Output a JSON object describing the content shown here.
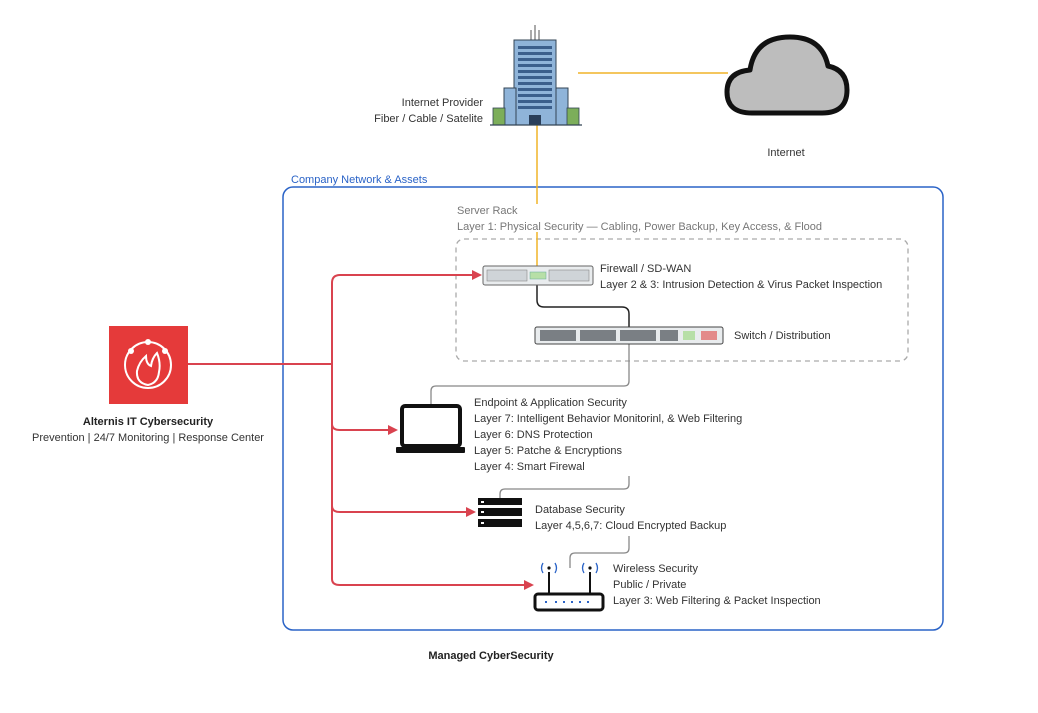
{
  "isp": {
    "line1": "Internet Provider",
    "line2": "Fiber / Cable / Satelite"
  },
  "internet": {
    "label": "Internet"
  },
  "network": {
    "label": "Company Network & Assets"
  },
  "server_rack": {
    "title": "Server Rack",
    "layer": "Layer 1:  Physical Security — Cabling, Power Backup, Key Access, & Flood"
  },
  "firewall": {
    "title": "Firewall / SD-WAN",
    "layer": "Layer 2 & 3:  Intrusion Detection & Virus Packet Inspection"
  },
  "switch": {
    "label": "Switch / Distribution"
  },
  "endpoint": {
    "title": "Endpoint & Application Security",
    "layers": [
      "Layer 7:  Intelligent Behavior Monitorinl, & Web Filtering",
      "Layer 6:  DNS Protection",
      "Layer 5:  Patche & Encryptions",
      "Layer 4:  Smart Firewal"
    ]
  },
  "database": {
    "title": "Database Security",
    "layer": "Layer 4,5,6,7:  Cloud Encrypted Backup"
  },
  "wireless": {
    "title": "Wireless Security",
    "line2": "Public / Private",
    "layer": "Layer 3:  Web Filtering  & Packet Inspection"
  },
  "provider": {
    "name": "Alternis   IT  Cybersecurity",
    "tagline": "Prevention  |  24/7 Monitoring  |  Response Center"
  },
  "footer": {
    "label": "Managed   CyberSecurity"
  },
  "colors": {
    "uplink": "#f0b429",
    "managed": "#d9434f",
    "network_border": "#2a63c7",
    "rack_border": "#aaaaaa",
    "gray_link": "#888888",
    "cloud_fill": "#bdbdbd",
    "brand_red": "#e53a3a"
  }
}
